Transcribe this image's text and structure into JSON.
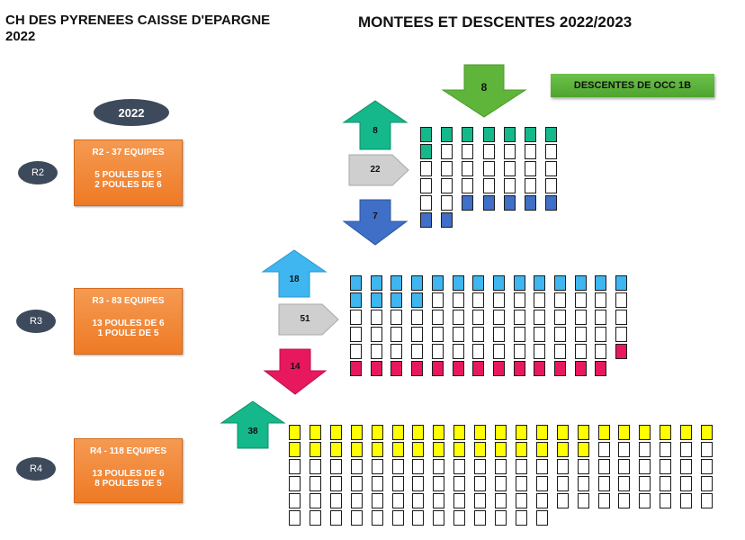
{
  "header": {
    "left_title": "CH DES PYRENEES CAISSE D'EPARGNE 2022",
    "right_title": "MONTEES ET DESCENTES 2022/2023"
  },
  "season_label": "2022",
  "banner": {
    "label": "DESCENTES DE OCC 1B"
  },
  "colors": {
    "promo_r2": "#14b88a",
    "stay": "#cfcfcf",
    "releg_r2": "#3f6fc6",
    "promo_r3": "#3fb6f0",
    "releg_r3": "#e8185e",
    "promo_r4": "#ffff00",
    "drop_from_occ": "#5fb43a",
    "box_orange": "#ef7d2a",
    "level_pill": "#3d4a5c"
  },
  "levels": [
    {
      "id": "r2",
      "pill": "R2",
      "title": "R2 - 37 EQUIPES",
      "line1": "5 POULES DE 5",
      "line2": "2 POULES DE 6",
      "arrows": {
        "up": "8",
        "stay": "22",
        "down": "7"
      },
      "columns": [
        [
          "g",
          "g",
          "w",
          "w",
          "w",
          "b"
        ],
        [
          "g",
          "w",
          "w",
          "w",
          "w",
          "b"
        ],
        [
          "g",
          "w",
          "w",
          "w",
          "b"
        ],
        [
          "g",
          "w",
          "w",
          "w",
          "b"
        ],
        [
          "g",
          "w",
          "w",
          "w",
          "b"
        ],
        [
          "g",
          "w",
          "w",
          "w",
          "b"
        ],
        [
          "g",
          "w",
          "w",
          "w",
          "b"
        ]
      ]
    },
    {
      "id": "r3",
      "pill": "R3",
      "title": "R3 - 83 EQUIPES",
      "line1": "13 POULES DE 6",
      "line2": "1 POULE DE 5",
      "arrows": {
        "up": "18",
        "stay": "51",
        "down": "14"
      },
      "columns": [
        [
          "c",
          "c",
          "w",
          "w",
          "w",
          "p"
        ],
        [
          "c",
          "c",
          "w",
          "w",
          "w",
          "p"
        ],
        [
          "c",
          "c",
          "w",
          "w",
          "w",
          "p"
        ],
        [
          "c",
          "c",
          "w",
          "w",
          "w",
          "p"
        ],
        [
          "c",
          "w",
          "w",
          "w",
          "w",
          "p"
        ],
        [
          "c",
          "w",
          "w",
          "w",
          "w",
          "p"
        ],
        [
          "c",
          "w",
          "w",
          "w",
          "w",
          "p"
        ],
        [
          "c",
          "w",
          "w",
          "w",
          "w",
          "p"
        ],
        [
          "c",
          "w",
          "w",
          "w",
          "w",
          "p"
        ],
        [
          "c",
          "w",
          "w",
          "w",
          "w",
          "p"
        ],
        [
          "c",
          "w",
          "w",
          "w",
          "w",
          "p"
        ],
        [
          "c",
          "w",
          "w",
          "w",
          "w",
          "p"
        ],
        [
          "c",
          "w",
          "w",
          "w",
          "w",
          "p"
        ],
        [
          "c",
          "w",
          "w",
          "w",
          "p"
        ]
      ]
    },
    {
      "id": "r4",
      "pill": "R4",
      "title": "R4 - 118 EQUIPES",
      "line1": "13 POULES DE 6",
      "line2": "8 POULES DE 5",
      "arrows": {
        "up": "38"
      },
      "columns": [
        [
          "y",
          "y",
          "w",
          "w",
          "w",
          "w"
        ],
        [
          "y",
          "y",
          "w",
          "w",
          "w",
          "w"
        ],
        [
          "y",
          "y",
          "w",
          "w",
          "w",
          "w"
        ],
        [
          "y",
          "y",
          "w",
          "w",
          "w",
          "w"
        ],
        [
          "y",
          "y",
          "w",
          "w",
          "w",
          "w"
        ],
        [
          "y",
          "y",
          "w",
          "w",
          "w",
          "w"
        ],
        [
          "y",
          "y",
          "w",
          "w",
          "w",
          "w"
        ],
        [
          "y",
          "y",
          "w",
          "w",
          "w",
          "w"
        ],
        [
          "y",
          "y",
          "w",
          "w",
          "w",
          "w"
        ],
        [
          "y",
          "y",
          "w",
          "w",
          "w",
          "w"
        ],
        [
          "y",
          "y",
          "w",
          "w",
          "w",
          "w"
        ],
        [
          "y",
          "y",
          "w",
          "w",
          "w",
          "w"
        ],
        [
          "y",
          "y",
          "w",
          "w",
          "w",
          "w"
        ],
        [
          "y",
          "y",
          "w",
          "w",
          "w"
        ],
        [
          "y",
          "y",
          "w",
          "w",
          "w"
        ],
        [
          "y",
          "w",
          "w",
          "w",
          "w"
        ],
        [
          "y",
          "w",
          "w",
          "w",
          "w"
        ],
        [
          "y",
          "w",
          "w",
          "w",
          "w"
        ],
        [
          "y",
          "w",
          "w",
          "w",
          "w"
        ],
        [
          "y",
          "w",
          "w",
          "w",
          "w"
        ],
        [
          "y",
          "w",
          "w",
          "w",
          "w"
        ]
      ]
    }
  ],
  "occ_descent": "8"
}
